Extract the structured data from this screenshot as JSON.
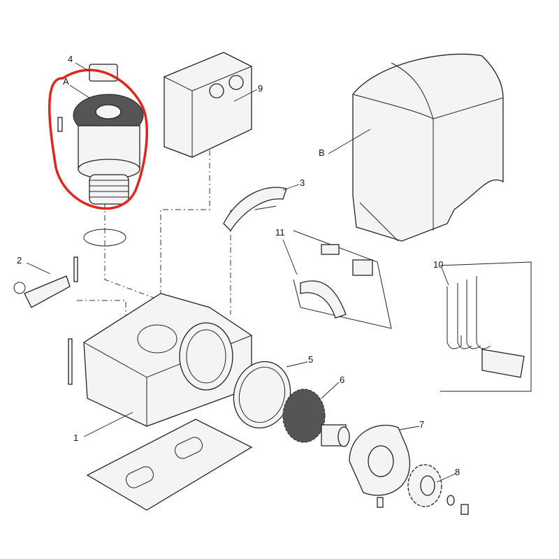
{
  "diagram": {
    "title": "Exploded parts view of sliding gate motor",
    "highlight_color": "#e0261b",
    "labels": {
      "p1": "1",
      "p2": "2",
      "p3": "3",
      "p4": "4",
      "p5": "5",
      "p6": "6",
      "p7": "7",
      "p8": "8",
      "p9": "9",
      "p10": "10",
      "p11": "11",
      "pA": "A",
      "pB": "B"
    }
  }
}
